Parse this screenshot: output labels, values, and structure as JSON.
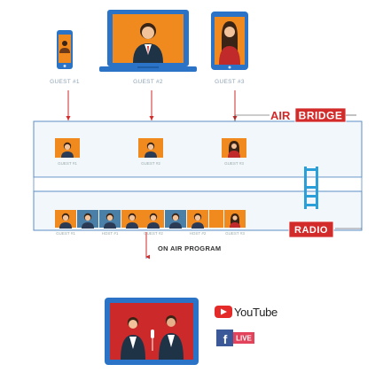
{
  "guests": {
    "guest1_label": "GUEST #1",
    "guest2_label": "GUEST #2",
    "guest3_label": "GUEST #3"
  },
  "airbridge": {
    "air_text": "AIR",
    "bridge_text": "BRIDGE"
  },
  "bridge_row": {
    "labels": [
      "GUEST #1",
      "GUEST #2",
      "GUEST #3"
    ]
  },
  "radio_row": {
    "labels": [
      "GUEST #1",
      "HOST #1",
      "GUEST #2",
      "HOST #2",
      "GUEST #3"
    ]
  },
  "radio": {
    "text": "RADIO"
  },
  "program": {
    "label": "ON AIR PROGRAM"
  },
  "outputs": {
    "youtube_text": "YouTube",
    "live_text": "LIVE",
    "facebook_letter": "f"
  },
  "colors": {
    "accent_red": "#d32a2a",
    "line_blue": "#5b8ec4",
    "box_fill": "#f2f7fc",
    "stripe_blue": "#2a9fd8",
    "video_bg": "#f08a1f",
    "host_bg": "#4a7fa8",
    "monitor_blue": "#2a73c7",
    "screen_red": "#cc2a2a"
  }
}
